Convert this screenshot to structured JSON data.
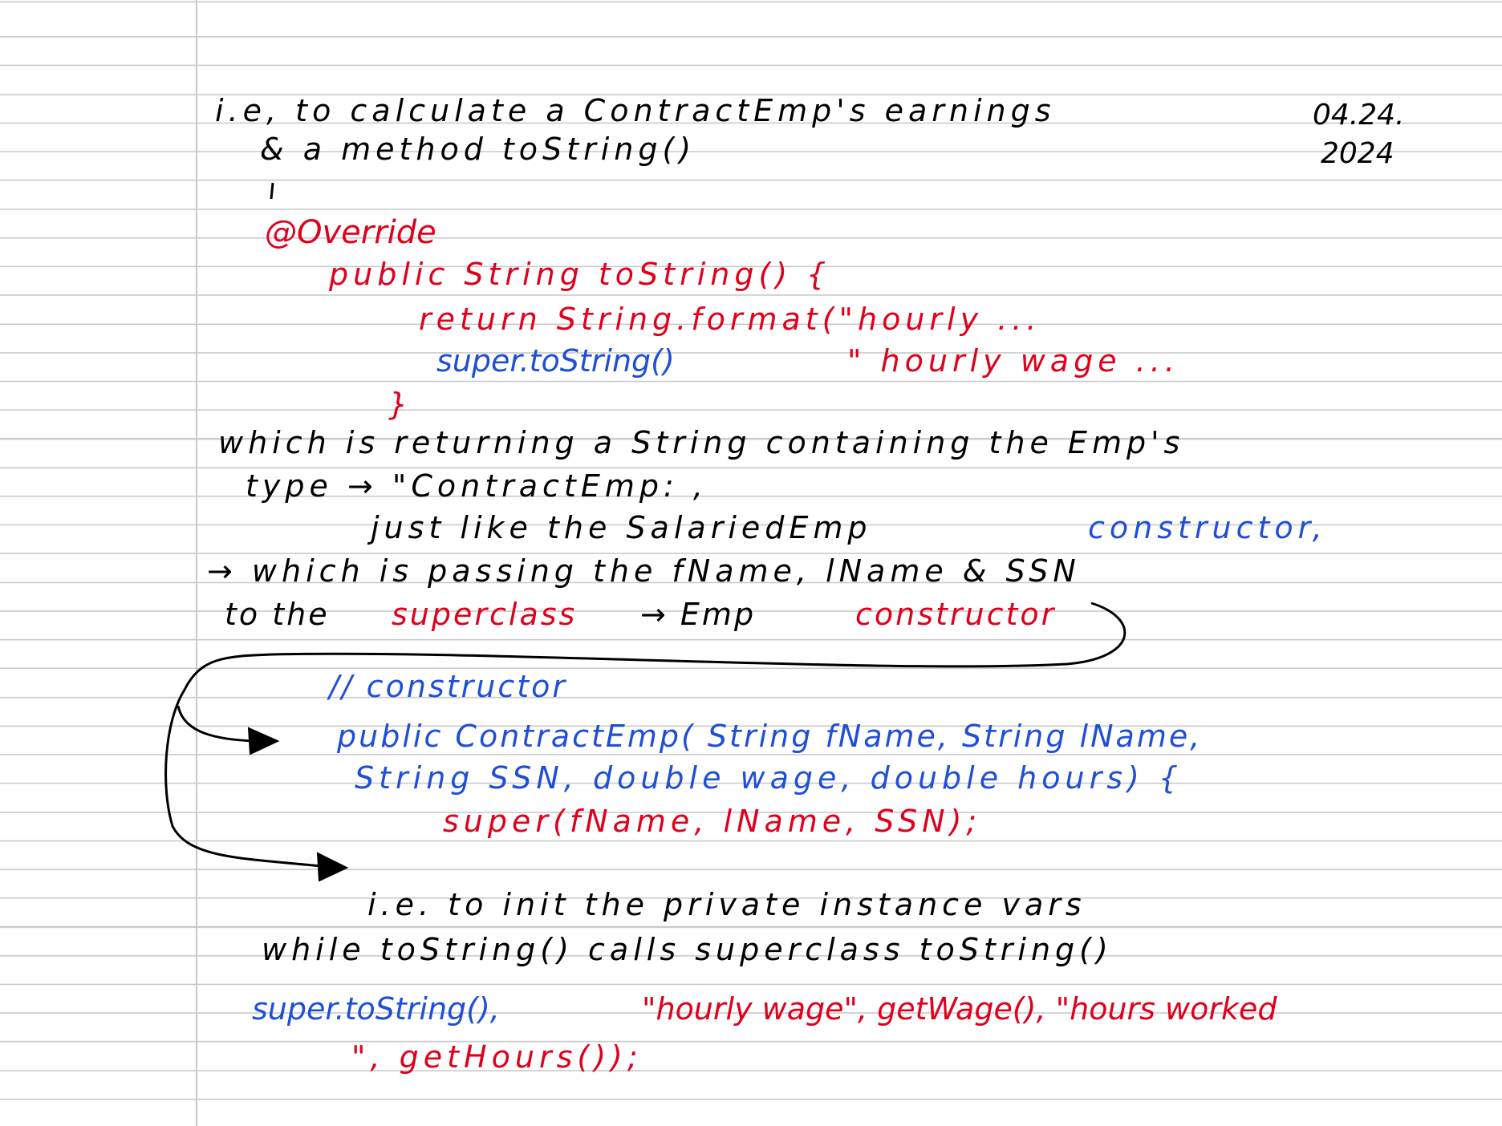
{
  "notes": {
    "date_line1": "04.24.",
    "date_line2": "2024",
    "l1": "i.e, to calculate a ContractEmp's earnings",
    "l2": "& a method toString()",
    "code1": {
      "l1": "@Override",
      "l2": "public String toString() {",
      "l3": "return String.format(\"hourly ...",
      "l4a": "super.toString()",
      "l4b": "\" hourly wage ...",
      "l5": "}"
    },
    "p1": {
      "l1": "which is returning a String containing the Emp's",
      "l2": "type → \"ContractEmp: ,",
      "l3a": "just like the SalariedEmp",
      "l3b": "constructor,",
      "l4": "→ which is passing the fName, lName & SSN",
      "l5a": "to the",
      "l5b": "superclass",
      "l5c": "→ Emp",
      "l5d": "constructor"
    },
    "code2": {
      "l1": "// constructor",
      "l2": "public ContractEmp( String fName, String lName,",
      "l3": "String SSN, double wage, double hours) {",
      "l4": "super(fName, lName, SSN);"
    },
    "p2": {
      "l1": "i.e. to init the private instance vars",
      "l2": "while toString() calls superclass toString()"
    },
    "code3": {
      "l1a": "super.toString(),",
      "l1b": "\"hourly wage\", getWage(), \"hours worked",
      "l2": "\", getHours());"
    }
  },
  "colors": {
    "ink_black": "#000000",
    "ink_red": "#e0001c",
    "ink_blue": "#1f4fd6",
    "rule_line": "#c8c8c8"
  }
}
